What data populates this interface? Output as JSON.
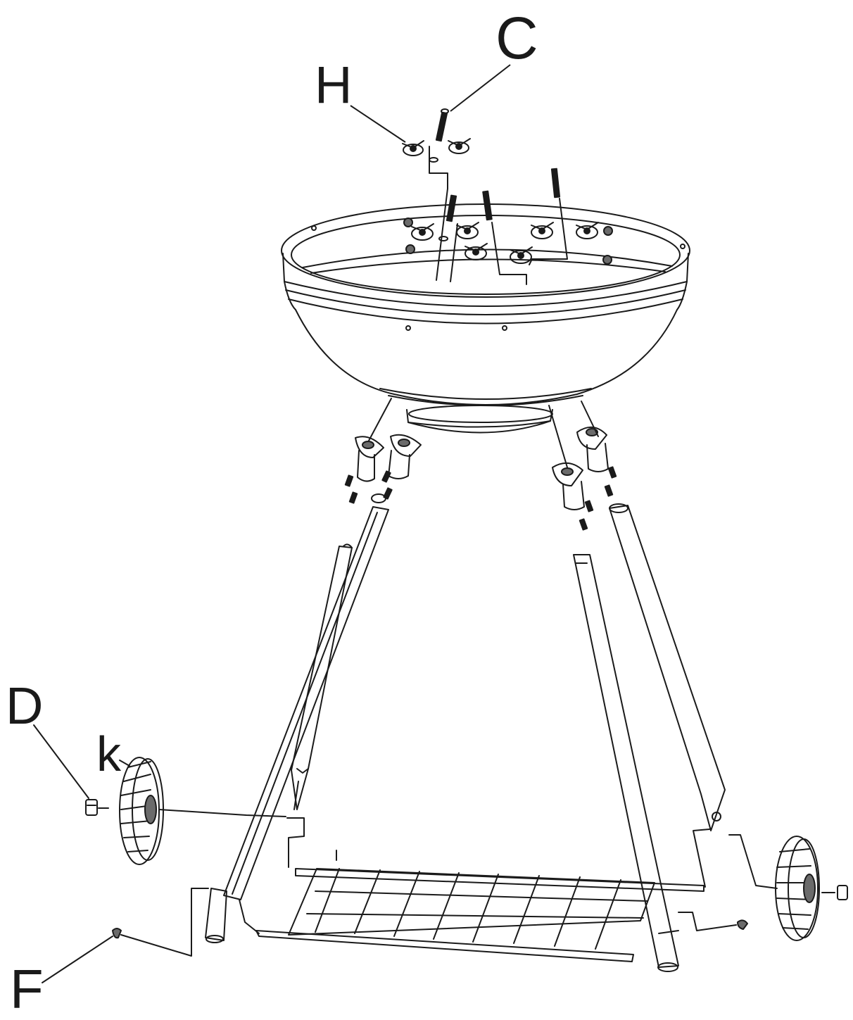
{
  "diagram": {
    "part_labels": {
      "c": "C",
      "h": "H",
      "d": "D",
      "k": "k",
      "f": "F"
    },
    "colors": {
      "line": "#1a1a1a",
      "background": "#ffffff",
      "shade": "#6b6b6b"
    },
    "icons": [
      "wing-nut-icon",
      "bolt-icon",
      "wheel-icon",
      "leg-bracket-icon",
      "grate-icon"
    ]
  }
}
